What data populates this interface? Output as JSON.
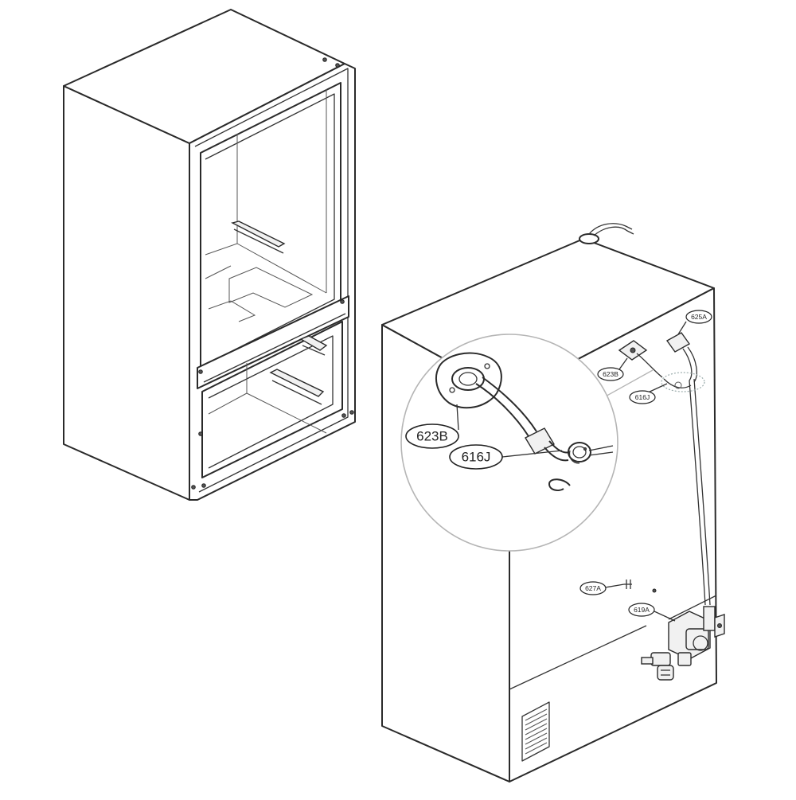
{
  "callouts": {
    "zoom_623B": "623B",
    "zoom_616J": "616J",
    "part_625A": "625A",
    "part_623B": "623B",
    "part_616J": "616J",
    "part_627A": "627A",
    "part_619A": "619A"
  },
  "colors": {
    "line": "#2a2a2a",
    "background": "#ffffff",
    "zoom_circle": "#b5b5b5",
    "dotted_highlight": "#9aa"
  }
}
